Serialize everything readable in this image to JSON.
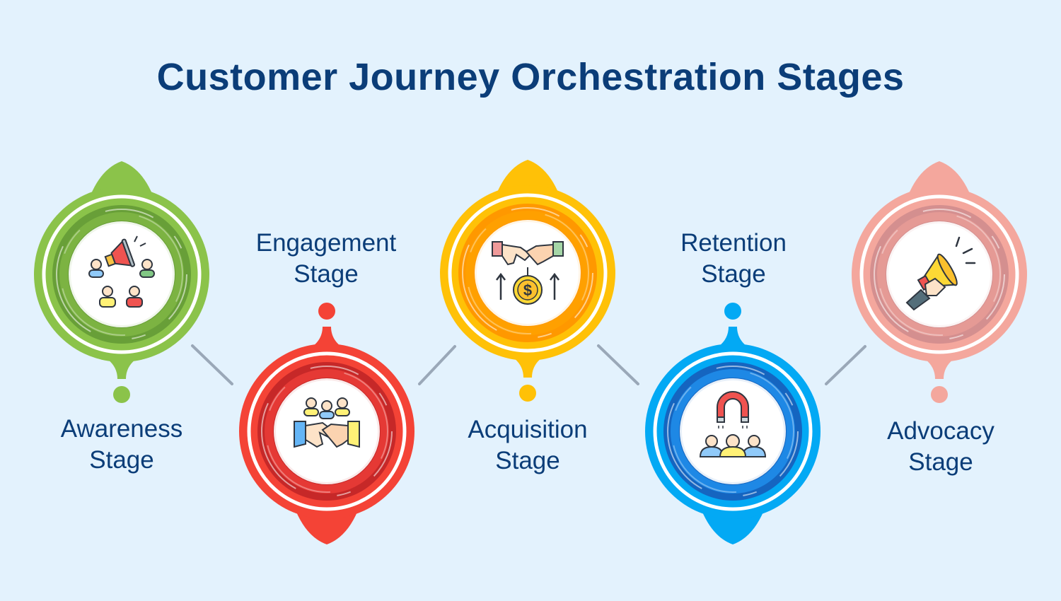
{
  "title": "Customer Journey Orchestration Stages",
  "stages": [
    {
      "line1": "Awareness",
      "line2": "Stage",
      "icon": "audience-megaphone-icon",
      "colors": {
        "primary": "#8bc34a",
        "dark": "#689f38",
        "mid": "#7cb342"
      }
    },
    {
      "line1": "Engagement",
      "line2": "Stage",
      "icon": "team-handshake-icon",
      "colors": {
        "primary": "#f44336",
        "dark": "#c62828",
        "mid": "#e53935"
      }
    },
    {
      "line1": "Acquisition",
      "line2": "Stage",
      "icon": "deal-dollar-icon",
      "colors": {
        "primary": "#ffc107",
        "dark": "#ff9800",
        "mid": "#ffa000"
      }
    },
    {
      "line1": "Retention",
      "line2": "Stage",
      "icon": "magnet-people-icon",
      "colors": {
        "primary": "#03a9f4",
        "dark": "#1565c0",
        "mid": "#1e88e5"
      }
    },
    {
      "line1": "Advocacy",
      "line2": "Stage",
      "icon": "hand-megaphone-icon",
      "colors": {
        "primary": "#f4a79d",
        "dark": "#d48f8f",
        "mid": "#e59a95"
      }
    }
  ],
  "connector_color": "#9aa8b8"
}
